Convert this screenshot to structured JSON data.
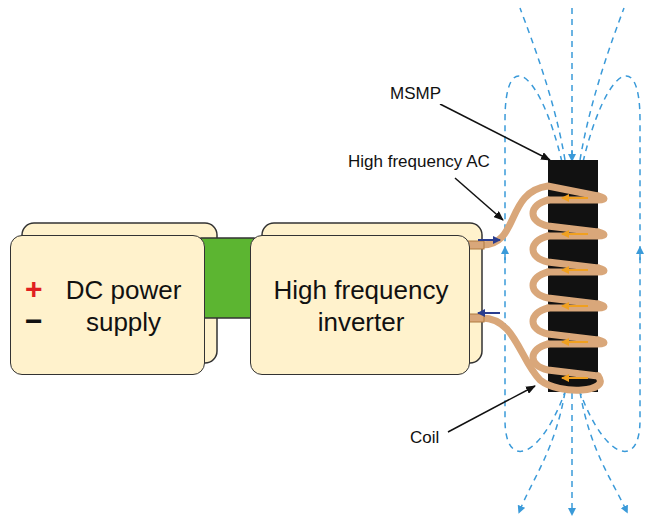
{
  "diagram": {
    "nodes": [
      {
        "text": [
          "+",
          "−",
          "DC power supply"
        ]
      },
      {
        "text": [
          "High frequency inverter"
        ]
      }
    ],
    "edges": [
      {
        "from": 0,
        "to": 1,
        "arrow": "none"
      }
    ],
    "labels": [
      "MSMP",
      "High frequency AC",
      "Coil"
    ]
  }
}
